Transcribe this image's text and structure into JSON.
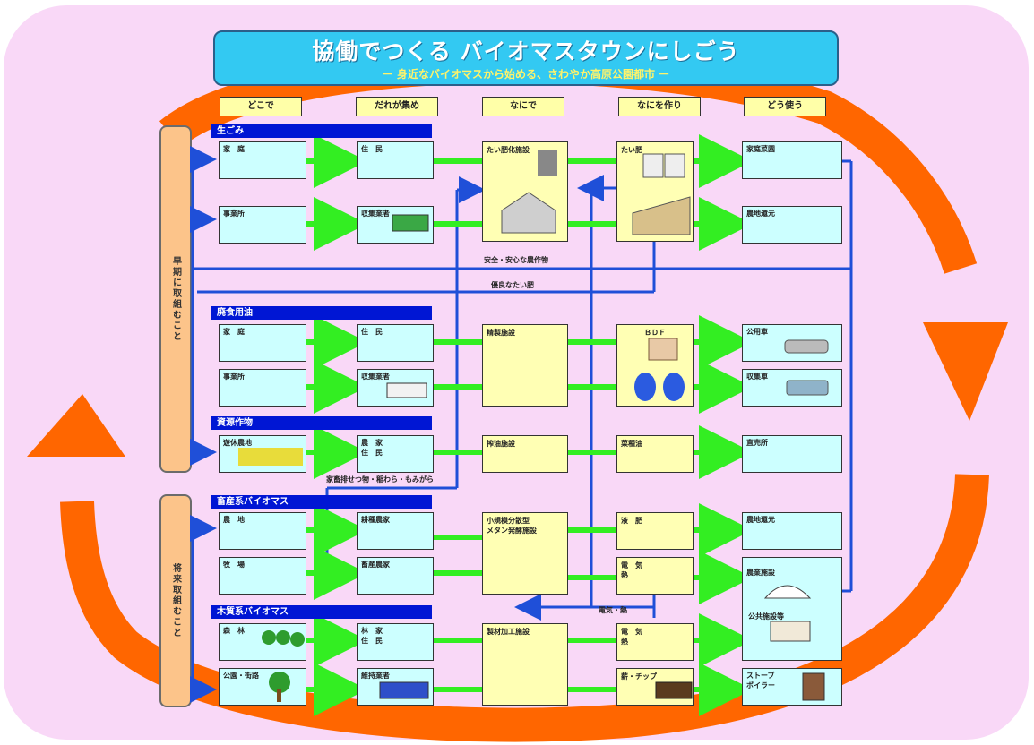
{
  "title": {
    "main": "協働でつくる バイオマスタウンにしごう",
    "sub": "ー 身近なバイオマスから始める、さわやか高原公園都市 ー"
  },
  "columns": [
    "どこで",
    "だれが集め",
    "なにで",
    "なにを作り",
    "どう使う"
  ],
  "side_labels": [
    "早期に取組むこと",
    "将来取組むこと"
  ],
  "sections": [
    "生ごみ",
    "廃食用油",
    "資源作物",
    "畜産系バイオマス",
    "木質系バイオマス"
  ],
  "sources": [
    "家　庭",
    "事業所",
    "家　庭",
    "事業所",
    "遊休農地",
    "農　地",
    "牧　場",
    "森　林",
    "公園・街路"
  ],
  "collectors": [
    "住　民",
    "収集業者",
    "住　民",
    "収集業者",
    "農　家\n住　民",
    "耕種農家",
    "畜産農家",
    "林　家\n住　民",
    "維持業者"
  ],
  "facilities": [
    "たい肥化施設",
    "精製施設",
    "搾油施設",
    "小規模分散型\nメタン発酵施設",
    "製材加工施設"
  ],
  "products": [
    "たい肥",
    "ＢＤＦ",
    "菜種油",
    "液　肥",
    "電　気\n熱",
    "電　気\n熱",
    "薪・チップ"
  ],
  "uses": [
    "家庭菜園",
    "農地還元",
    "公用車",
    "収集車",
    "直売所",
    "農地還元",
    "農業施設",
    "公共施設等",
    "ストーブ\nボイラー"
  ],
  "notes": {
    "safe_crops": "安全・安心な農作物",
    "good_compost": "優良なたい肥",
    "byproducts": "家畜排せつ物・稲わら・もみがら",
    "elec_heat": "電気・熱"
  },
  "colors": {
    "background": "#f9d8f7",
    "cycle_arrow": "#ff6600",
    "flow_arrow": "#33ee22",
    "feedback_line": "#1f4fd8",
    "section_band": "#0016d4",
    "source_box": "#ccffff",
    "process_box": "#ffffb4",
    "title_box": "#33c9f2"
  }
}
